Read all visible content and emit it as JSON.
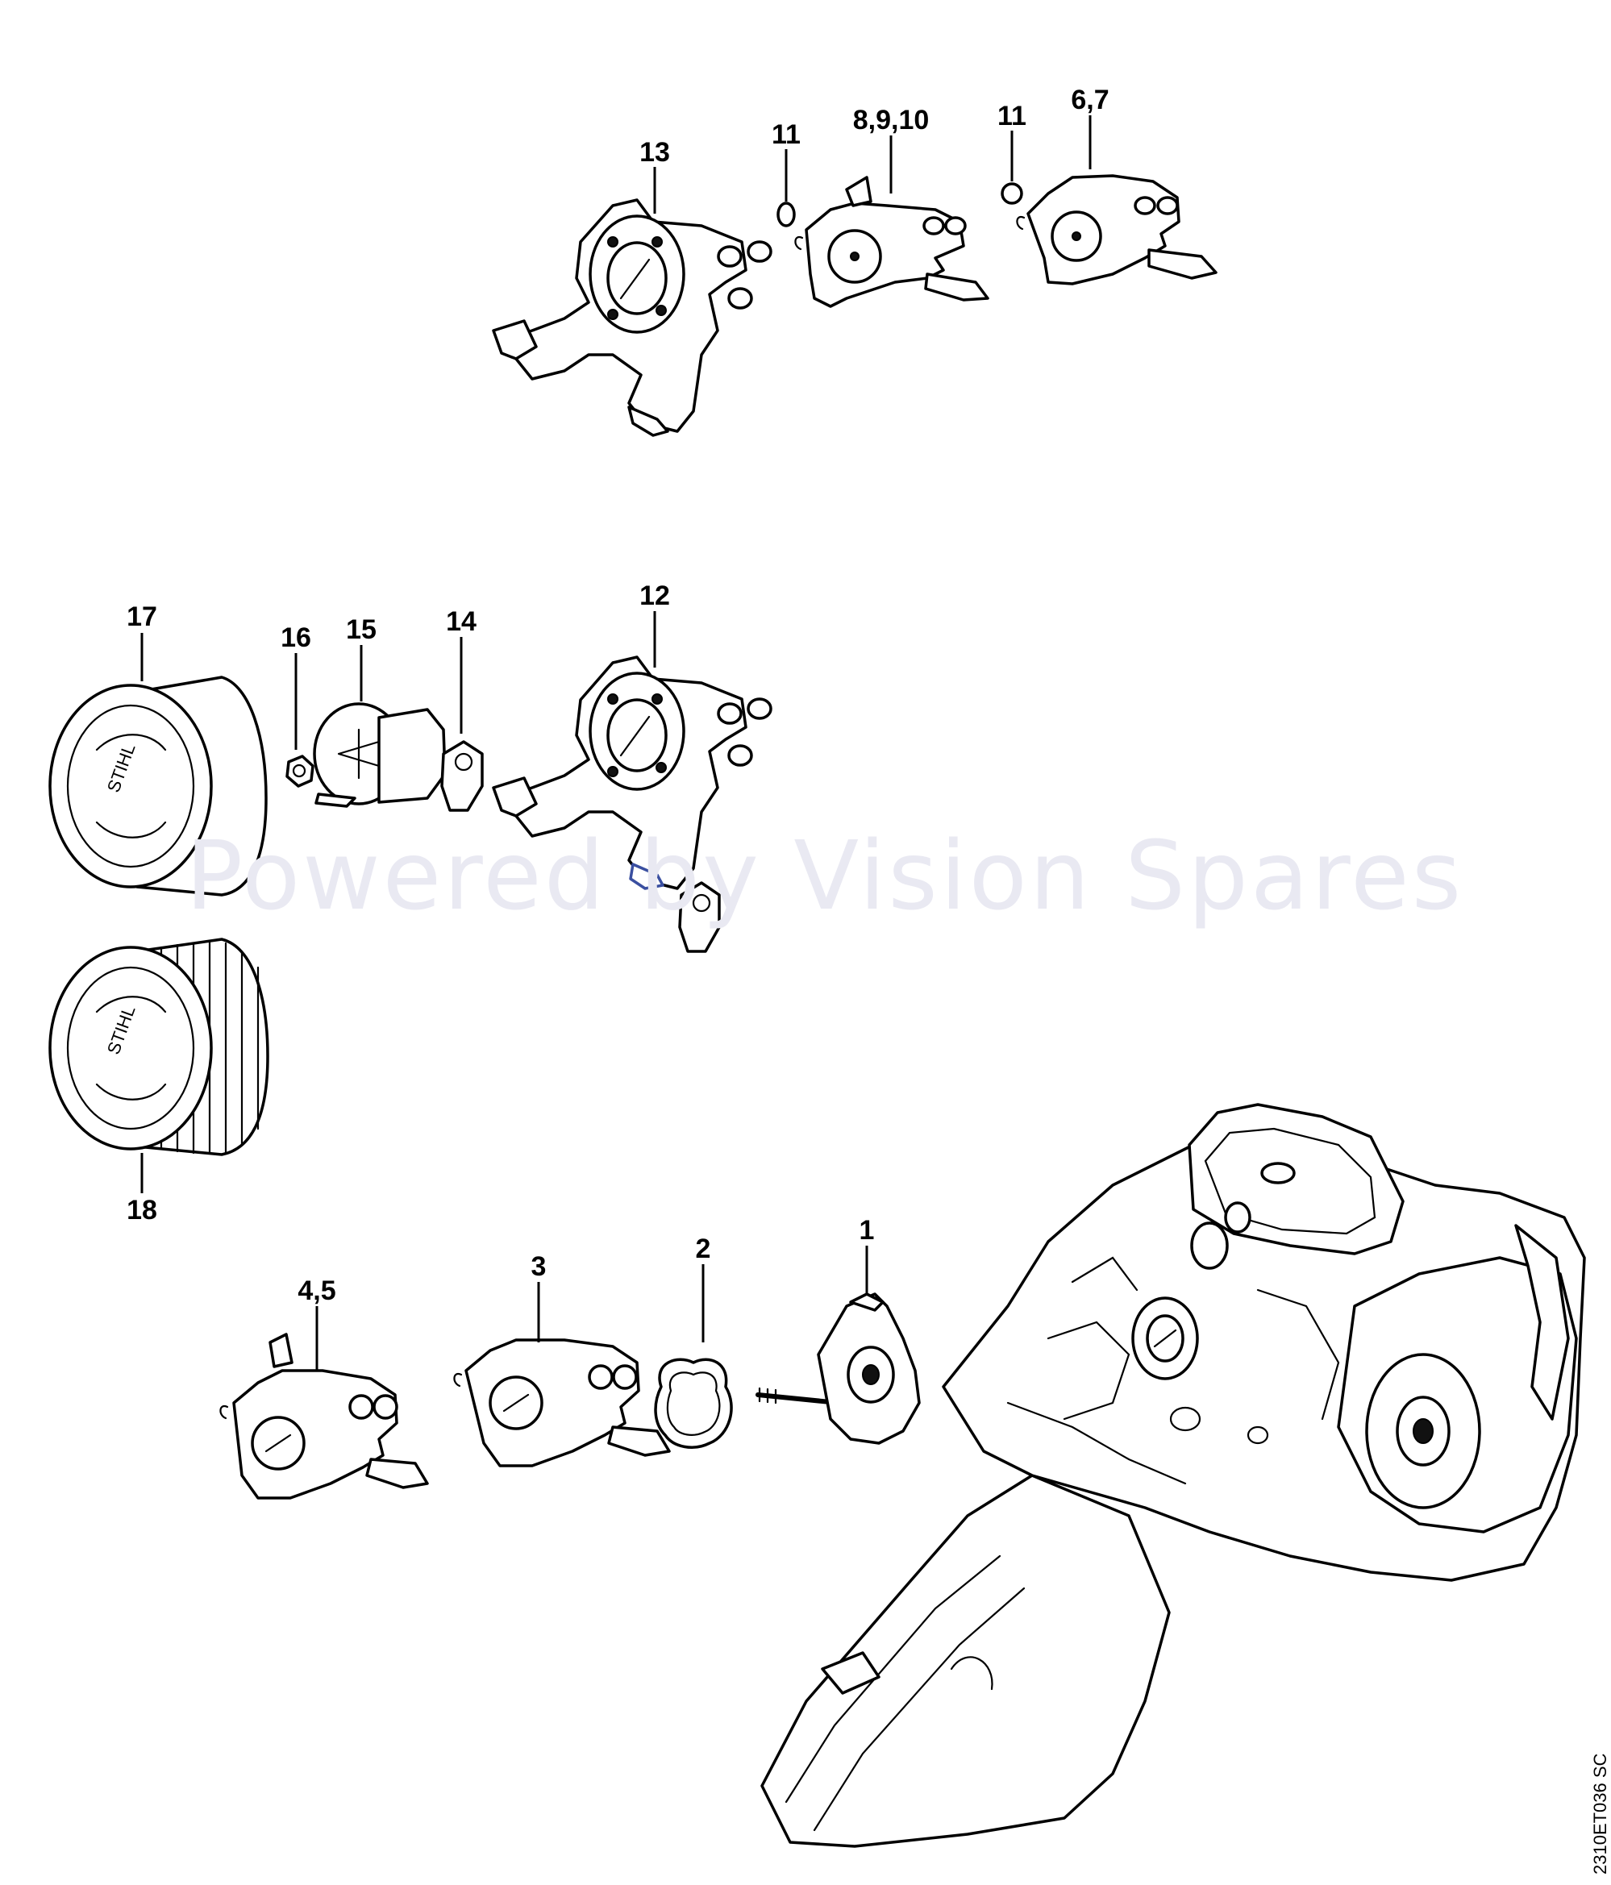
{
  "diagram": {
    "callouts": {
      "c13": "13",
      "c11a": "11",
      "c8910": "8,9,10",
      "c11b": "11",
      "c67": "6,7",
      "c17": "17",
      "c16": "16",
      "c15": "15",
      "c14": "14",
      "c12": "12",
      "c18": "18",
      "c45": "4,5",
      "c3": "3",
      "c2": "2",
      "c1": "1"
    },
    "watermark": "Powered by Vision Spares",
    "reference_code": "2310ET036 SC"
  }
}
